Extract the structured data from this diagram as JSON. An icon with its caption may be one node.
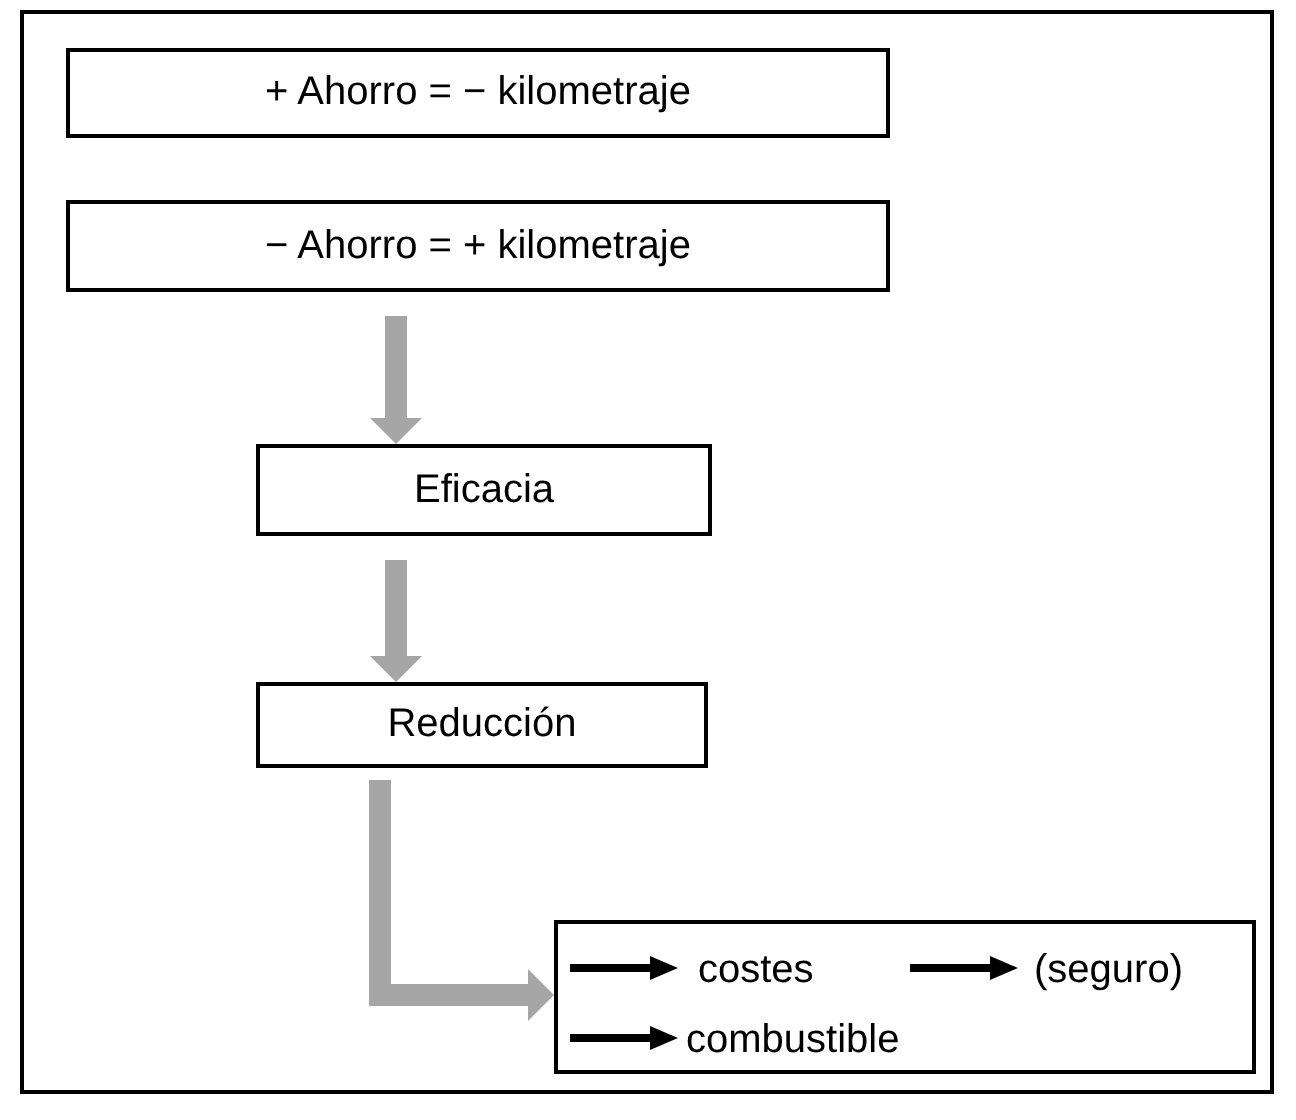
{
  "diagram": {
    "nodes": [
      {
        "text": [
          "+ Ahorro = − kilometraje"
        ]
      },
      {
        "text": [
          "− Ahorro = + kilometraje"
        ]
      },
      {
        "text": [
          "Eficacia"
        ]
      },
      {
        "text": [
          "Reducción"
        ]
      },
      {
        "text": [
          "costes",
          "(seguro)",
          "combustible"
        ]
      }
    ],
    "edges": [
      {
        "from": 1,
        "to": 2,
        "arrow": "to"
      },
      {
        "from": 2,
        "to": 3,
        "arrow": "to"
      },
      {
        "from": 3,
        "to": 4,
        "arrow": "to"
      }
    ]
  }
}
